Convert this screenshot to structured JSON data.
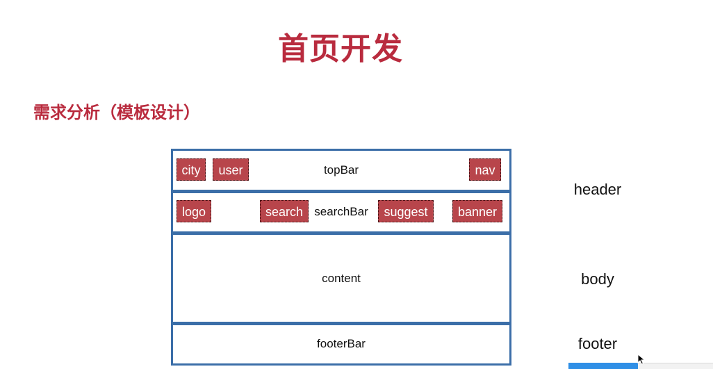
{
  "slide": {
    "title": "首页开发",
    "subtitle": "需求分析（模板设计）"
  },
  "diagram": {
    "sections": [
      {
        "id": "topbar",
        "label": "topBar",
        "chips": [
          "city",
          "user",
          "nav"
        ]
      },
      {
        "id": "searchbar",
        "label": "searchBar",
        "chips": [
          "logo",
          "search",
          "suggest",
          "banner"
        ]
      },
      {
        "id": "content",
        "label": "content",
        "chips": []
      },
      {
        "id": "footerbar",
        "label": "footerBar",
        "chips": []
      }
    ],
    "side_labels": [
      "header",
      "body",
      "footer"
    ]
  },
  "colors": {
    "title": "#b92b3e",
    "frame_border": "#3b6ea8",
    "chip_fill": "#b8454b"
  },
  "icons": {
    "cursor": "mouse-pointer-icon"
  }
}
